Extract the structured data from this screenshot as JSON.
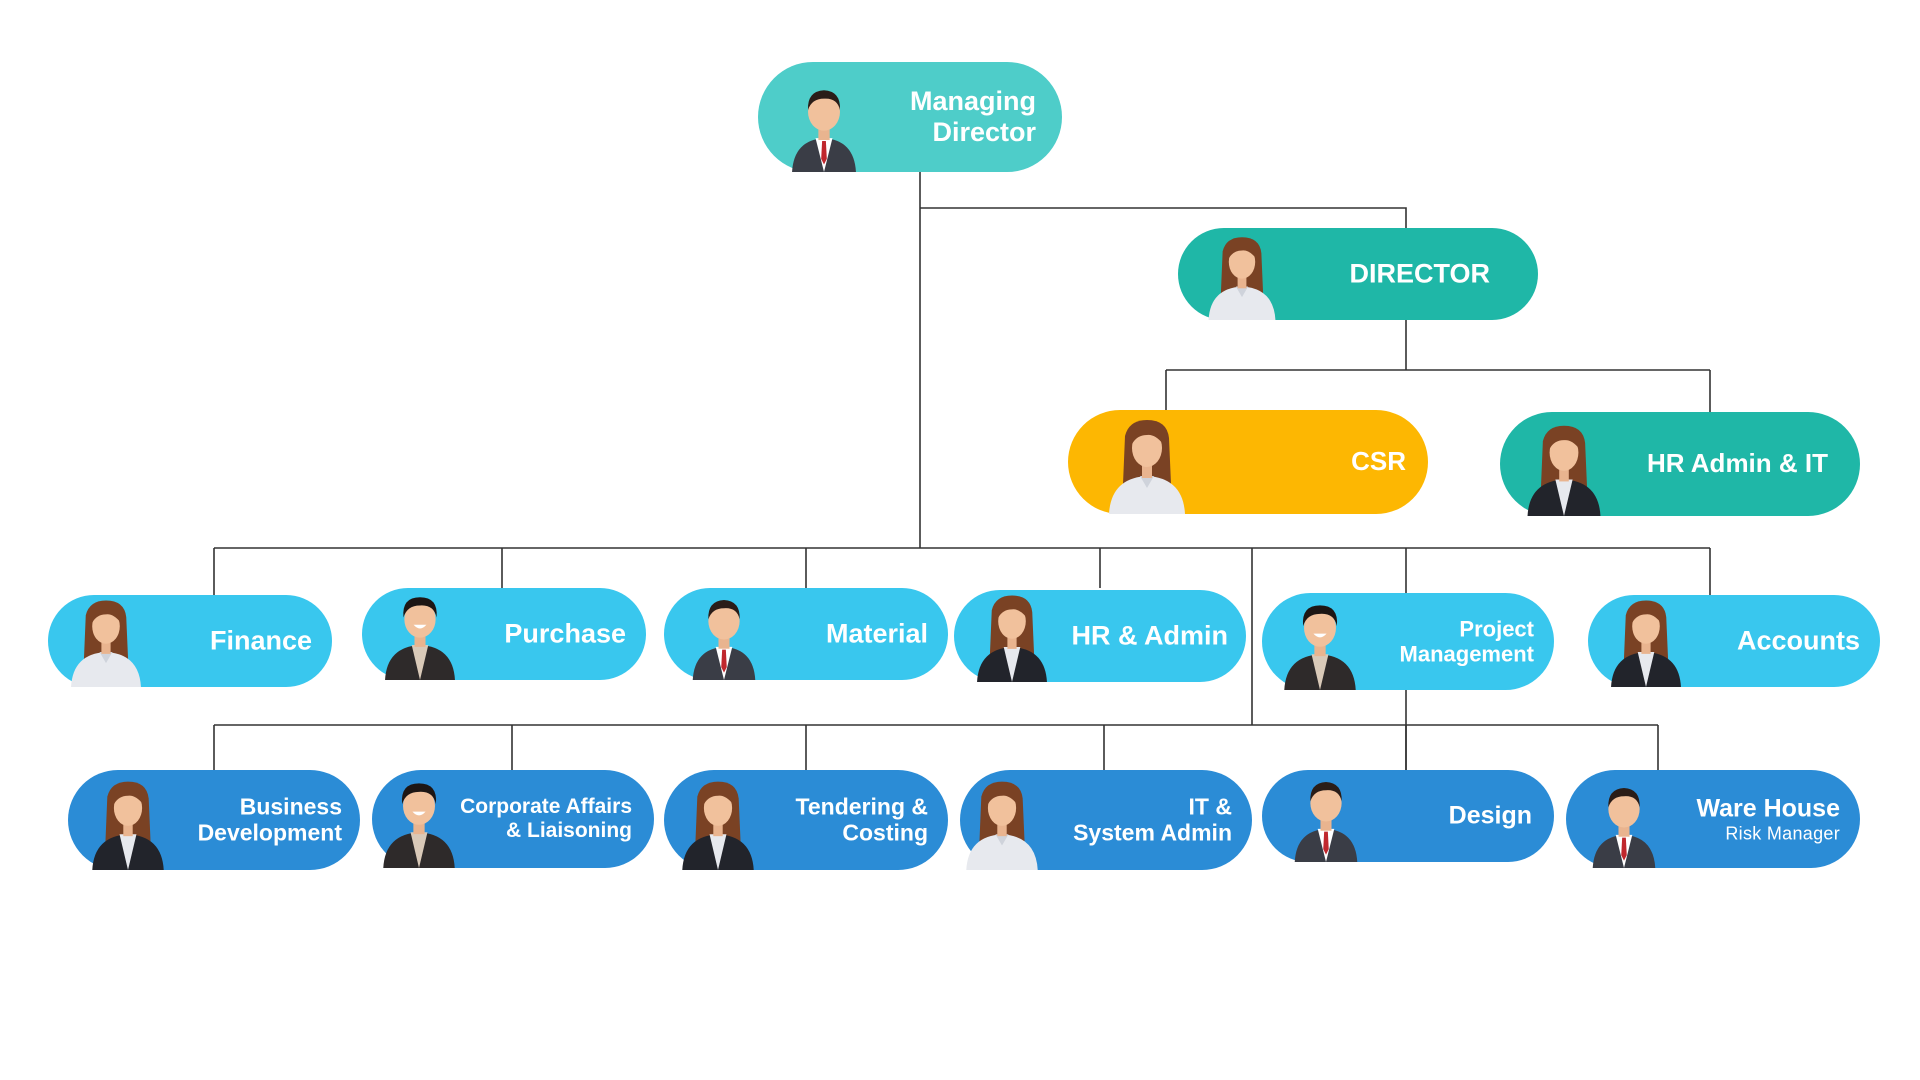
{
  "colors": {
    "teal_light": "#4ECDC9",
    "teal_dark": "#1FB7A7",
    "gold": "#FDB702",
    "sky": "#39C7EE",
    "blue": "#2B8CD6",
    "line": "#333333"
  },
  "nodes": {
    "managing_director": {
      "line1": "Managing",
      "line2": "Director",
      "avatar": "man-suit-icon"
    },
    "director": {
      "line1": "DIRECTOR",
      "avatar": "woman-white-shirt-icon"
    },
    "csr": {
      "line1": "CSR",
      "avatar": "woman-white-shirt-icon"
    },
    "hr_admin_it": {
      "line1": "HR Admin & IT",
      "avatar": "woman-blazer-icon"
    },
    "finance": {
      "line1": "Finance",
      "avatar": "woman-white-shirt-icon"
    },
    "purchase": {
      "line1": "Purchase",
      "avatar": "man-smiling-icon"
    },
    "material": {
      "line1": "Material",
      "avatar": "man-suit-icon"
    },
    "hr_admin": {
      "line1": "HR & Admin",
      "avatar": "woman-blazer-icon"
    },
    "project_management": {
      "line1": "Project",
      "line2": "Management",
      "avatar": "man-smiling-icon"
    },
    "accounts": {
      "line1": "Accounts",
      "avatar": "woman-blazer-icon"
    },
    "business_development": {
      "line1": "Business",
      "line2": "Development",
      "avatar": "woman-blazer-icon"
    },
    "corporate_affairs": {
      "line1": "Corporate Affairs",
      "line2": "& Liaisoning",
      "avatar": "man-smiling-icon"
    },
    "tendering_costing": {
      "line1": "Tendering &",
      "line2": "Costing",
      "avatar": "woman-blazer-icon"
    },
    "it_system_admin": {
      "line1": "IT &",
      "line2": "System Admin",
      "avatar": "woman-white-shirt-icon"
    },
    "design": {
      "line1": "Design",
      "avatar": "man-suit-icon"
    },
    "warehouse": {
      "line1": "Ware House",
      "line2": "Risk Manager",
      "avatar": "man-suit-icon"
    }
  }
}
